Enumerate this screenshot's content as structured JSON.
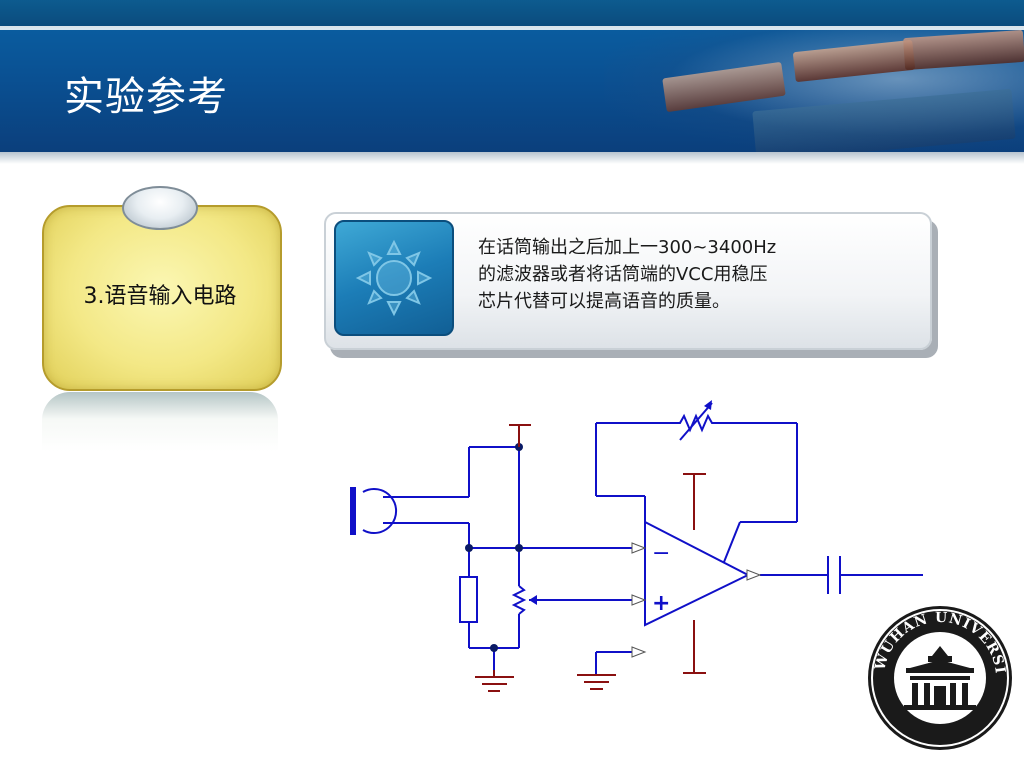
{
  "slide": {
    "title": "实验参考",
    "section_label": "3.语音输入电路",
    "note_lines": [
      "在话筒输出之后加上一300~3400Hz",
      "的滤波器或者将话筒端的VCC用稳压",
      "芯片代替可以提高语音的质量。"
    ]
  },
  "circuit": {
    "opamp_minus": "−",
    "opamp_plus": "+"
  },
  "logo": {
    "text": "WUHAN UNIVERSITY"
  },
  "colors": {
    "header_blue": "#0a4f91",
    "wire_blue": "#1010c8",
    "supply_red": "#8a1010",
    "tag_yellow": "#f3e886"
  }
}
